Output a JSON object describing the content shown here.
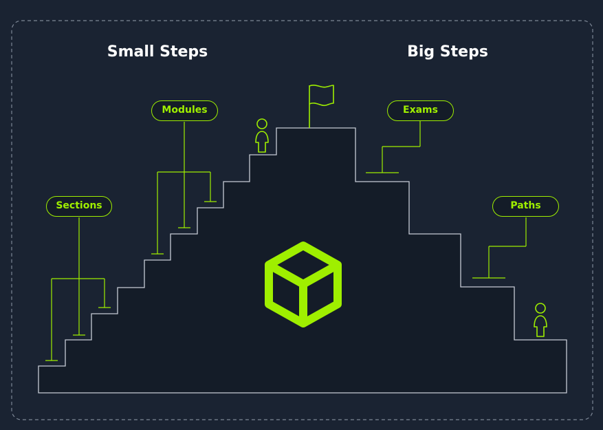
{
  "headings": {
    "left": "Small Steps",
    "right": "Big Steps"
  },
  "labels": {
    "sections": "Sections",
    "modules": "Modules",
    "exams": "Exams",
    "paths": "Paths"
  },
  "icons": {
    "center": "cube-icon",
    "summit": "flag-icon",
    "climber_top": "person-icon",
    "climber_bottom": "person-icon"
  },
  "colors": {
    "background": "#1a2332",
    "panel": "#1a2332",
    "stairs_fill": "#141c28",
    "stairs_stroke": "#c6ccd6",
    "accent": "#9fef00",
    "heading_text": "#ffffff",
    "panel_border": "#7d8796"
  }
}
